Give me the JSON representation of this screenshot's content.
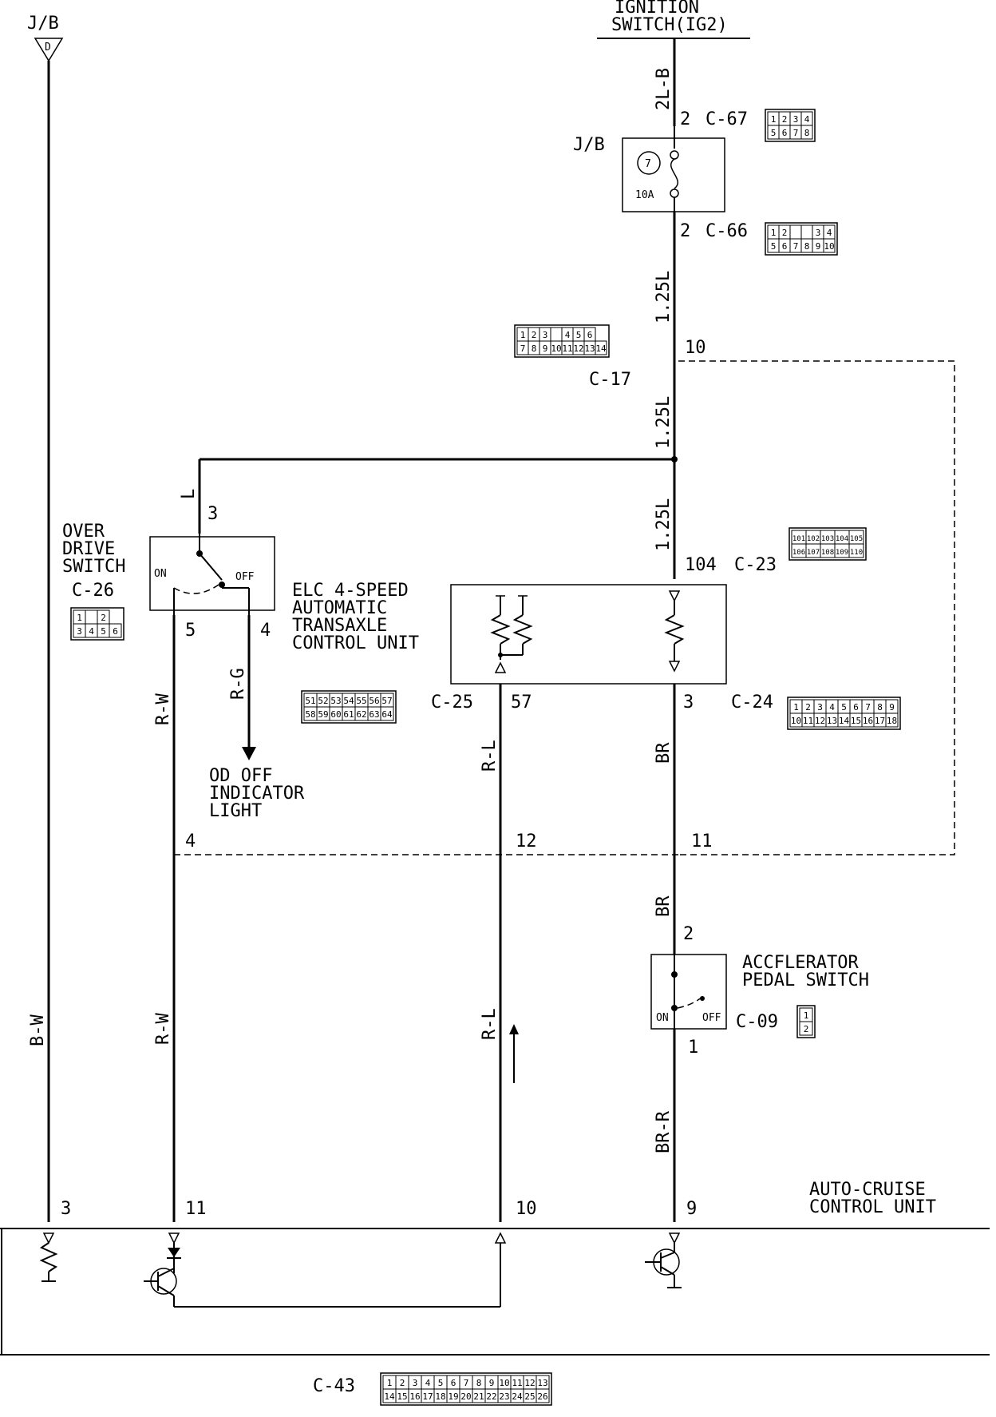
{
  "top": {
    "jb_label": "J/B",
    "jb_terminal": "D",
    "ign_line1": "IGNITION",
    "ign_line2": "SWITCH(IG2)"
  },
  "fuse": {
    "jb_label": "J/B",
    "number": "7",
    "rating": "10A"
  },
  "wires": {
    "ign_out": "2L-B",
    "seg1": "1.25L",
    "seg2": "1.25L",
    "seg3": "1.25L",
    "od_in": "L",
    "od_on": "R-W",
    "od_off": "R-G",
    "od_on_lower": "R-W",
    "ecu_57": "R-L",
    "ecu_57_lower": "R-L",
    "ecu_3": "BR",
    "acc_in": "BR",
    "acc_out": "BR-R",
    "bw": "B-W"
  },
  "pins": {
    "c67": "2",
    "c66": "2",
    "c17": "10",
    "od_in": "3",
    "od_on": "5",
    "od_off": "4",
    "c23": "104",
    "c25": "57",
    "c24": "3",
    "j_od": "4",
    "j_57": "12",
    "j_3": "11",
    "acc_in": "2",
    "acc_out": "1",
    "acu_bw": "3",
    "acu_od": "11",
    "acu_rl": "10",
    "acu_br": "9"
  },
  "connectors": {
    "c67": "C-67",
    "c66": "C-66",
    "c17": "C-17",
    "c23": "C-23",
    "c26": "C-26",
    "c25": "C-25",
    "c24": "C-24",
    "c09": "C-09",
    "c43": "C-43"
  },
  "components": {
    "od_line1": "OVER",
    "od_line2": "DRIVE",
    "od_line3": "SWITCH",
    "od_on": "ON",
    "od_off": "OFF",
    "ecu_line1": "ELC 4-SPEED",
    "ecu_line2": "AUTOMATIC",
    "ecu_line3": "TRANSAXLE",
    "ecu_line4": "CONTROL UNIT",
    "lamp_line1": "OD OFF",
    "lamp_line2": "INDICATOR",
    "lamp_line3": "LIGHT",
    "acc_line1": "ACCFLERATOR",
    "acc_line2": "PEDAL SWITCH",
    "acc_on": "ON",
    "acc_off": "OFF",
    "acu_line1": "AUTO-CRUISE",
    "acu_line2": "CONTROL UNIT"
  },
  "pinouts": {
    "c67": [
      [
        "1",
        "2",
        "3",
        "4"
      ],
      [
        "5",
        "6",
        "7",
        "8"
      ]
    ],
    "c66": [
      [
        "1",
        "2",
        "",
        "",
        "3",
        "4"
      ],
      [
        "5",
        "6",
        "7",
        "8",
        "9",
        "10"
      ]
    ],
    "c17": [
      [
        "1",
        "2",
        "3",
        "",
        "4",
        "5",
        "6"
      ],
      [
        "7",
        "8",
        "9",
        "10",
        "11",
        "12",
        "13",
        "14"
      ]
    ],
    "c23": [
      [
        "101",
        "102",
        "103",
        "104",
        "105"
      ],
      [
        "106",
        "107",
        "108",
        "109",
        "110"
      ]
    ],
    "c26": [
      [
        "1",
        "",
        "2"
      ],
      [
        "3",
        "4",
        "5",
        "6"
      ]
    ],
    "c25": [
      [
        "51",
        "52",
        "53",
        "54",
        "55",
        "56",
        "57"
      ],
      [
        "58",
        "59",
        "60",
        "61",
        "62",
        "63",
        "64"
      ]
    ],
    "c24": [
      [
        "1",
        "2",
        "3",
        "4",
        "5",
        "6",
        "7",
        "8",
        "9"
      ],
      [
        "10",
        "11",
        "12",
        "13",
        "14",
        "15",
        "16",
        "17",
        "18"
      ]
    ],
    "c09": [
      [
        "1"
      ],
      [
        "2"
      ]
    ],
    "c43": [
      [
        "1",
        "2",
        "3",
        "4",
        "5",
        "6",
        "7",
        "8",
        "9",
        "10",
        "11",
        "12",
        "13"
      ],
      [
        "14",
        "15",
        "16",
        "17",
        "18",
        "19",
        "20",
        "21",
        "22",
        "23",
        "24",
        "25",
        "26"
      ]
    ]
  }
}
